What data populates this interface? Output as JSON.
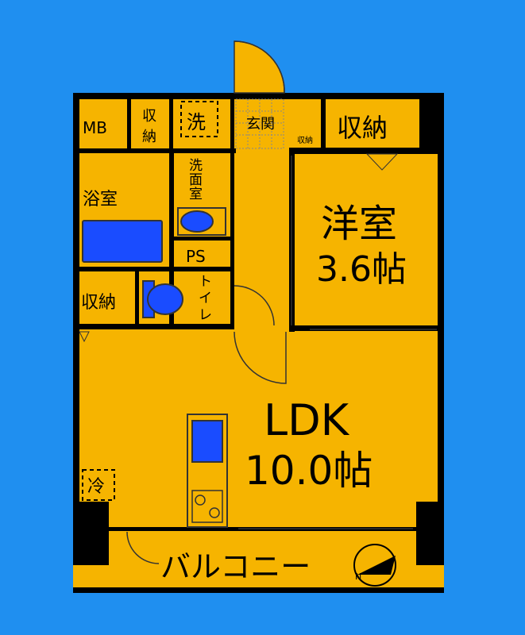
{
  "colors": {
    "background": "#1f8ff0",
    "floor": "#f6b400",
    "wall": "#000000",
    "fixture": "#1a4cff",
    "line": "#333333"
  },
  "rooms": {
    "mb": "MB",
    "storage_top_left": "収\n納",
    "wash_small": "洗",
    "entrance": "玄関",
    "entrance_storage": "収納",
    "storage_top_right": "収納",
    "washroom": "洗\n面\n室",
    "bathroom": "浴室",
    "ps": "PS",
    "toilet": "ト\nイ\nレ",
    "storage_left": "収納",
    "western_room_name": "洋室",
    "western_room_size": "3.6帖",
    "ldk_name": "LDK",
    "ldk_size": "10.0帖",
    "fridge": "冷",
    "balcony": "バルコニー"
  },
  "icons": {
    "compass": "north-compass-icon"
  }
}
